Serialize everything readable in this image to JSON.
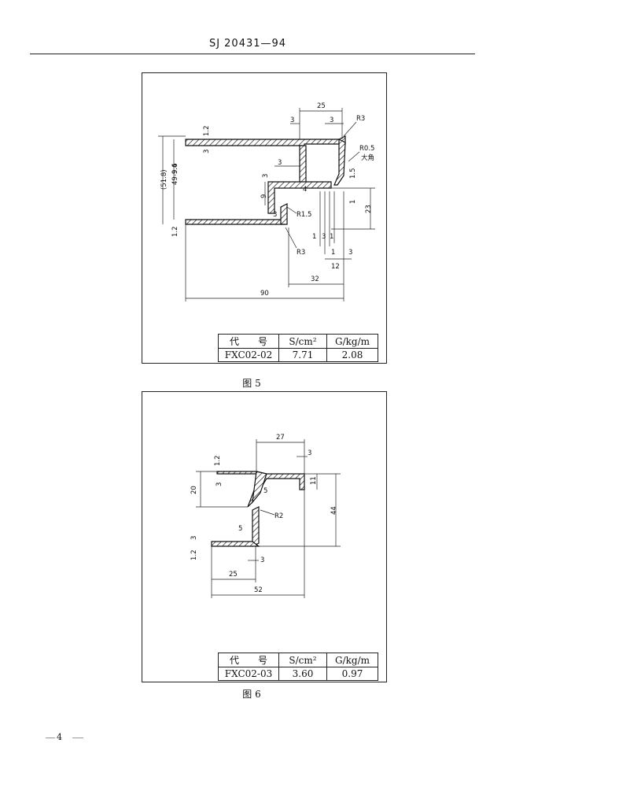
{
  "header": {
    "standard_code": "SJ 20431—94"
  },
  "figure5": {
    "caption": "图 5",
    "dimensions": {
      "d25": "25",
      "d3a": "3",
      "d3b": "3",
      "r3_top": "R3",
      "r05": "R0.5",
      "r05_note": "大角",
      "d12_top": "1.2",
      "d3_left": "3",
      "d518": "(51.8)",
      "d4994": "49-9.4",
      "d496": "9.6",
      "d3_mid": "3",
      "d9": "9",
      "d3_inner": "3",
      "d4": "4",
      "d15": "1.5",
      "d1_right": "1",
      "d23": "23",
      "d3_lower": "3",
      "r15": "R1.5",
      "d12_bottom": "1.2",
      "r3_bottom": "R3",
      "d1a": "1",
      "d3c": "3",
      "d1b": "1",
      "d1c": "1",
      "d3d": "3",
      "d12": "12",
      "d32": "32",
      "d90": "90"
    },
    "table": {
      "headers": [
        "代　　号",
        "S/cm²",
        "G/kg/m"
      ],
      "row": [
        "FXC02-02",
        "7.71",
        "2.08"
      ]
    }
  },
  "figure6": {
    "caption": "图 6",
    "dimensions": {
      "d27": "27",
      "d3_top": "3",
      "d12_top": "1.2",
      "d3_left": "3",
      "d20": "20",
      "d11": "11",
      "d5_upper": "5",
      "r2": "R2",
      "d44": "44",
      "d5_lower": "5",
      "d3_bottom_left": "3",
      "d12_bottom": "1.2",
      "d3_bottom": "3",
      "d25": "25",
      "d52": "52"
    },
    "table": {
      "headers": [
        "代　　号",
        "S/cm²",
        "G/kg/m"
      ],
      "row": [
        "FXC02-03",
        "3.60",
        "0.97"
      ]
    }
  },
  "footer": {
    "page_number": "4"
  }
}
